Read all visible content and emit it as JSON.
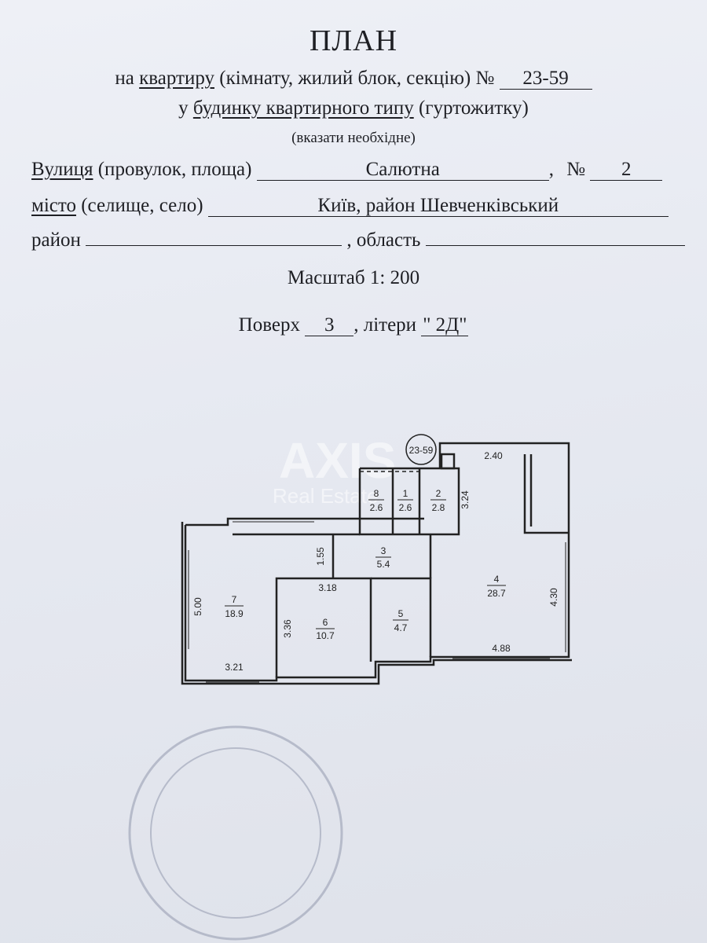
{
  "header": {
    "title": "ПЛАН",
    "line1_prefix": "на",
    "line1_object": "квартиру",
    "line1_rest": "(кімнату, жилий блок, секцію) №",
    "number": "23-59",
    "line2_prefix": "у",
    "line2_object": "будинку квартирного типу",
    "line2_rest": "(гуртожитку)",
    "hint": "(вказати необхідне)"
  },
  "address": {
    "street_label": "Вулиця",
    "street_rest": "(провулок, площа)",
    "street_value": "Салютна",
    "house_sep": ",",
    "house_no_label": "№",
    "house_no_value": "2",
    "city_label": "місто",
    "city_rest": "(селище, село)",
    "city_value": "Київ, район Шевченківський",
    "district_label": "район",
    "district_value": "",
    "region_label": ", область",
    "region_value": ""
  },
  "scale": {
    "text": "Масштаб 1: 200"
  },
  "floor": {
    "label": "Поверх",
    "value": "3",
    "letters_label": ", літери",
    "letters_value": "\" 2Д\""
  },
  "plan": {
    "apartment_tag": "23-59",
    "rooms": [
      {
        "num": "8",
        "area": "2.6"
      },
      {
        "num": "1",
        "area": "2.6"
      },
      {
        "num": "2",
        "area": "2.8"
      },
      {
        "num": "3",
        "area": "5.4"
      },
      {
        "num": "4",
        "area": "28.7"
      },
      {
        "num": "5",
        "area": "4.7"
      },
      {
        "num": "6",
        "area": "10.7"
      },
      {
        "num": "7",
        "area": "18.9"
      }
    ],
    "dimensions": [
      "2.40",
      "3.24",
      "1.55",
      "3.18",
      "5.00",
      "3.36",
      "3.21",
      "4.30",
      "4.88"
    ]
  },
  "watermark": {
    "main": "AXIS",
    "sub": "Real Estate"
  },
  "colors": {
    "ink": "#1e1f24",
    "paper": "#e6e9f1",
    "stamp": "#9aa0b4"
  }
}
